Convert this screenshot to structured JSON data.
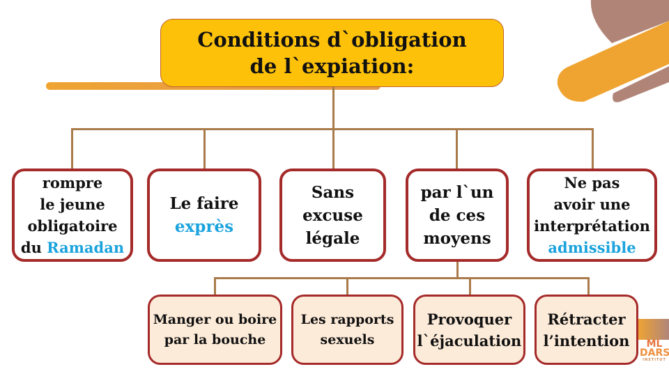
{
  "title": {
    "line1": "Conditions d`obligation",
    "line2": "de l`expiation:"
  },
  "conditions": [
    {
      "lines": [
        "rompre",
        "le jeune",
        "obligatoire"
      ],
      "last_prefix": "du ",
      "last_highlight": "Ramadan"
    },
    {
      "lines": [
        "Le faire"
      ],
      "last_prefix": "",
      "last_highlight": "exprès"
    },
    {
      "lines": [
        "Sans",
        "excuse",
        "légale"
      ],
      "last_prefix": "",
      "last_highlight": ""
    },
    {
      "lines": [
        "par l`un",
        "de ces",
        "moyens"
      ],
      "last_prefix": "",
      "last_highlight": ""
    },
    {
      "lines": [
        "Ne pas",
        "avoir une",
        "interprétation"
      ],
      "last_prefix": "",
      "last_highlight": "admissible"
    }
  ],
  "means": [
    {
      "line1": "Manger ou boire",
      "line2": "par la bouche"
    },
    {
      "line1": "Les rapports",
      "line2": "sexuels"
    },
    {
      "line1": "Provoquer",
      "line2": "l`éjaculation"
    },
    {
      "line1": "Rétracter",
      "line2": "l’intention"
    }
  ],
  "logo": {
    "line1": "ML",
    "line2": "DARS",
    "line3": "INSTITUT"
  },
  "colors": {
    "title_fill": "#fdc10a",
    "box_border": "#a52a2a",
    "connector": "#a97a4a",
    "highlight": "#1aa3dd",
    "means_fill": "#fdebd9",
    "accent_orange": "#efa432",
    "accent_mauve": "#b0857a"
  }
}
